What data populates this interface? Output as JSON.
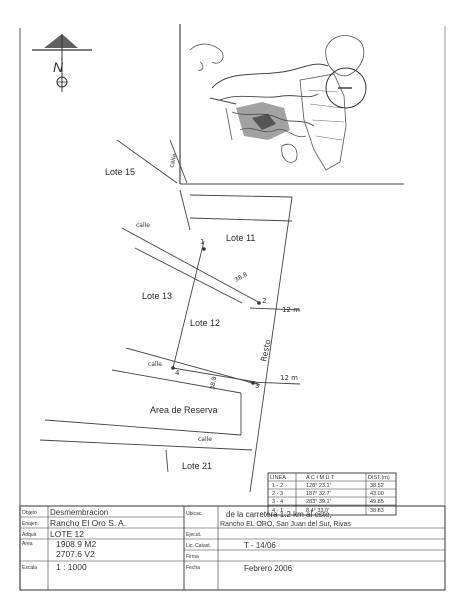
{
  "north": {
    "letter": "N"
  },
  "lots": {
    "lote15": "Lote   15",
    "lote11": "Lote   11",
    "lote13": "Lote   13",
    "lote12": "Lote   12",
    "reserva": "Area  de  Reserva",
    "lote21": "Lote   21"
  },
  "streets": {
    "calle_a": "calle",
    "calle_b": "calle",
    "calle_c": "calle",
    "calle_d": "calle",
    "resto": "Resto"
  },
  "dims": {
    "d1": "12 m",
    "d2": "12 m"
  },
  "points": {
    "p1": "1",
    "p2": "2",
    "p3": "3",
    "p4": "4"
  },
  "bearings": {
    "b1": "38.8",
    "b2": "38.8"
  },
  "azimuth_table": {
    "headers": [
      "LINEA",
      "A C I M U T",
      "DIST.(m)"
    ],
    "rows": [
      [
        "1 - 2",
        "128°  23.1'",
        "38.52"
      ],
      [
        "2 - 3",
        "187°  32.7'",
        "43.00"
      ],
      [
        "3 - 4",
        "283°  39.1'",
        "49.85"
      ],
      [
        "4 - 1",
        "8.4°  33.0'",
        "38.83"
      ]
    ]
  },
  "title_block": {
    "objeto_label": "Objeto",
    "objeto": "Desmembracion",
    "enajen_label": "Enajen.",
    "enajen": "Rancho El Oro S. A.",
    "adquir_label": "Adquir.",
    "adquir": "LOTE   12",
    "area_label": "Area",
    "area1": "1908.9 M2",
    "area2": "2707.6 V2",
    "escala_label": "Escala",
    "escala": "1 : 1000",
    "ubicac_label": "Ubicac.",
    "ubicac1": "de la carretera 1.2 km al este,",
    "ubicac2": "Rancho EL ORO,  San Juan del Sur, Rivas",
    "ejecut_label": "Ejecut.",
    "ejecut": "",
    "catast_label": "Lic. Catast.",
    "catast": "T  -  14/06",
    "firma_label": "Firma",
    "firma": "",
    "fecha_label": "Fecha",
    "fecha": "Febrero  2006"
  }
}
